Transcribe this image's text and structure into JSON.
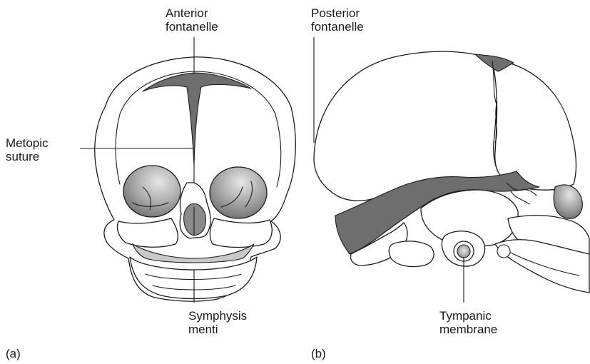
{
  "labels": {
    "anterior_fontanelle": [
      "Anterior",
      "fontanelle"
    ],
    "posterior_fontanelle": [
      "Posterior",
      "fontanelle"
    ],
    "metopic_suture": [
      "Metopic",
      "suture"
    ],
    "symphysis_menti": [
      "Symphysis",
      "menti"
    ],
    "tympanic_membrane": [
      "Tympanic",
      "membrane"
    ]
  },
  "panels": {
    "a": "(a)",
    "b": "(b)"
  },
  "colors": {
    "line": "#1a1a1a",
    "fontanelle_fill": "#6e6e6e",
    "orbit_dark": "#6a6a6a",
    "orbit_light": "#e6e6e6",
    "bone": "#ffffff"
  }
}
